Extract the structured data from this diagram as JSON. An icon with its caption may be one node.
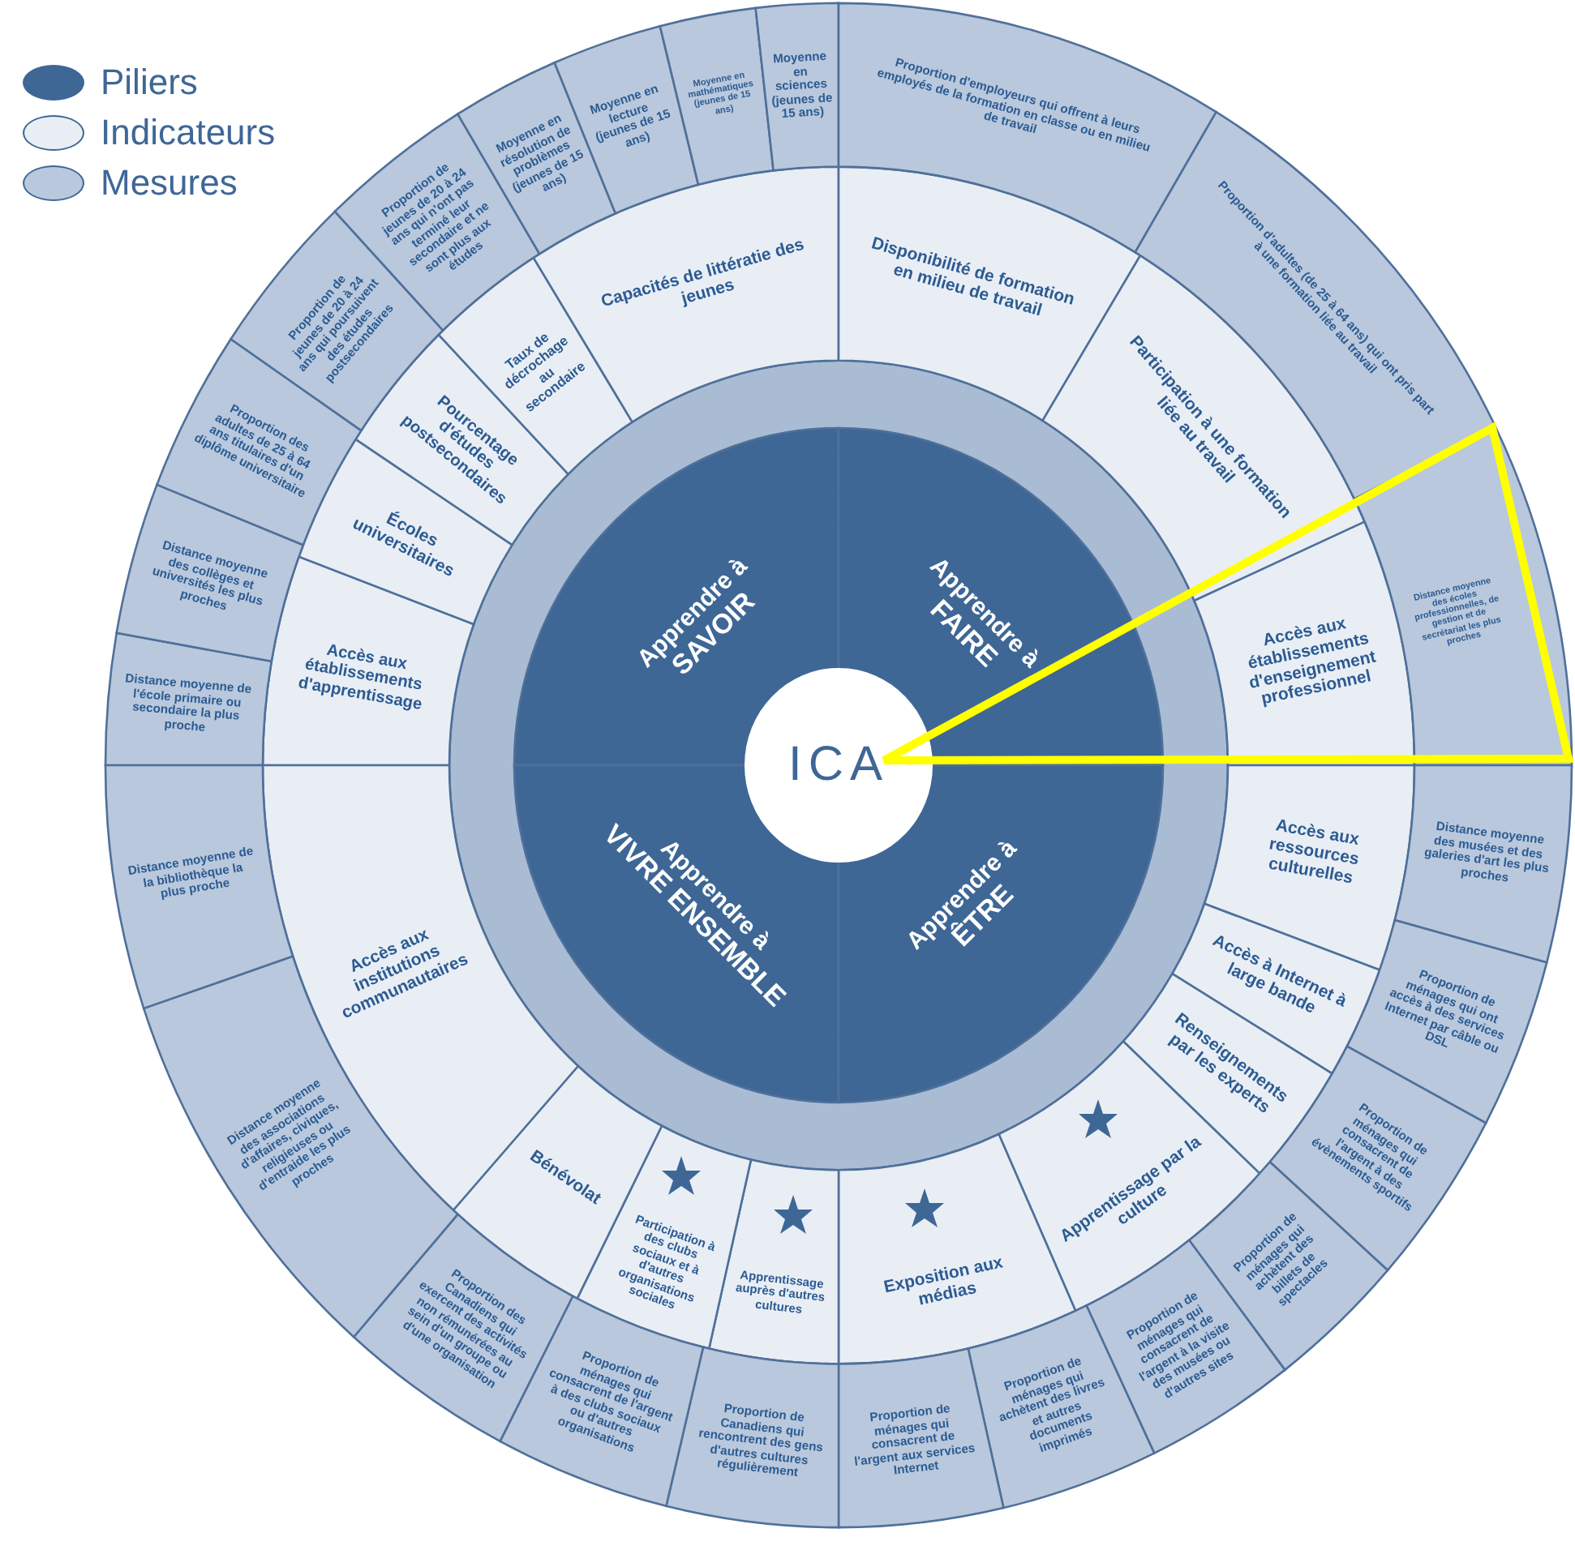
{
  "diagram": {
    "nodes": [
      {
        "text": [
          "Apprendre à",
          "SAVOIR"
        ]
      },
      {
        "text": [
          "Apprendre à",
          "FAIRE"
        ]
      },
      {
        "text": [
          "Apprendre à",
          "VIVRE ENSEMBLE"
        ]
      },
      {
        "text": [
          "Apprendre à",
          "ÊTRE"
        ]
      },
      {
        "text": [
          "ICA"
        ]
      },
      {
        "text": [
          "Accès aux établissements d'apprentissage"
        ]
      },
      {
        "text": [
          "Écoles universitaires"
        ]
      },
      {
        "text": [
          "Pourcentage d'études postsecondaires"
        ]
      },
      {
        "text": [
          "Taux de décrochage au secondaire"
        ]
      },
      {
        "text": [
          "Capacités de littératie des jeunes"
        ]
      },
      {
        "text": [
          "Disponibilité de formation en milieu de travail"
        ]
      },
      {
        "text": [
          "Participation à une formation liée au travail"
        ]
      },
      {
        "text": [
          "Accès aux établissements d'enseignement professionnel"
        ]
      },
      {
        "text": [
          "Accès aux ressources culturelles"
        ]
      },
      {
        "text": [
          "Accès à Internet à large bande"
        ]
      },
      {
        "text": [
          "Renseignements par les experts"
        ]
      },
      {
        "text": [
          "Apprentissage par la culture"
        ]
      },
      {
        "text": [
          "Exposition aux médias"
        ]
      },
      {
        "text": [
          "Apprentissage auprès d'autres cultures"
        ]
      },
      {
        "text": [
          "Participation à des clubs sociaux et à d'autres organisations sociales"
        ]
      },
      {
        "text": [
          "Bénévolat"
        ]
      },
      {
        "text": [
          "Accès aux institutions communautaires"
        ]
      },
      {
        "text": [
          "Distance moyenne de l'école primaire ou secondaire la plus proche"
        ]
      },
      {
        "text": [
          "Distance moyenne des collèges et universités les plus proches"
        ]
      },
      {
        "text": [
          "Proportion des adultes de 25 à 64 ans titulaires d'un diplôme universitaire"
        ]
      },
      {
        "text": [
          "Proportion de jeunes de 20 à 24 ans qui poursuivent des études postsecondaires"
        ]
      },
      {
        "text": [
          "Proportion de jeunes de 20 à 24 ans qui n'ont pas terminé leur secondaire et ne sont plus aux études"
        ]
      },
      {
        "text": [
          "Moyenne en résolution de problèmes (jeunes de 15 ans)"
        ]
      },
      {
        "text": [
          "Moyenne en lecture (jeunes de 15 ans)"
        ]
      },
      {
        "text": [
          "Moyenne en mathématiques (jeunes de 15 ans)"
        ]
      },
      {
        "text": [
          "Moyenne en sciences (jeunes de 15 ans)"
        ]
      },
      {
        "text": [
          "Proportion d'employeurs qui offrent à leurs employés de la formation en classe ou en milieu de travail"
        ]
      },
      {
        "text": [
          "Proportion d'adultes (de 25 à 64 ans) qui ont pris part à une formation liée au travail"
        ]
      },
      {
        "text": [
          "Distance moyenne des écoles professionnelles, de gestion et de secrétariat les plus proches"
        ]
      },
      {
        "text": [
          "Distance moyenne des musées et des galeries d'art les plus proches"
        ]
      },
      {
        "text": [
          "Proportion de ménages qui ont accès à des services Internet par câble ou DSL"
        ]
      },
      {
        "text": [
          "Proportion de ménages qui consacrent de l'argent à des évènements sportifs"
        ]
      },
      {
        "text": [
          "Proportion de ménages qui achètent des billets de spectacles"
        ]
      },
      {
        "text": [
          "Proportion de ménages qui consacrent de l'argent à la visite des musées ou d'autres sites"
        ]
      },
      {
        "text": [
          "Proportion de ménages qui achètent des livres et autres documents imprimés"
        ]
      },
      {
        "text": [
          "Proportion de ménages qui consacrent de l'argent aux services Internet"
        ]
      },
      {
        "text": [
          "Proportion de Canadiens qui rencontrent des gens d'autres cultures régulièrement"
        ]
      },
      {
        "text": [
          "Proportion de ménages qui consacrent de l'argent à des clubs sociaux ou d'autres organisations"
        ]
      },
      {
        "text": [
          "Proportion des Canadiens qui exercent des activités non rémunérées au sein d'un groupe ou d'une organisation"
        ]
      },
      {
        "text": [
          "Distance moyenne des associations d'affaires, civiques, religieuses ou d'entraide les plus proches"
        ]
      },
      {
        "text": [
          "Distance moyenne de la bibliothèque la plus proche"
        ]
      }
    ],
    "legend": [
      {
        "text": "Piliers",
        "color": "#3e6796"
      },
      {
        "text": "Indicateurs",
        "color": "#e9eef5"
      },
      {
        "text": "Mesures",
        "color": "#b9c8dc"
      }
    ]
  }
}
